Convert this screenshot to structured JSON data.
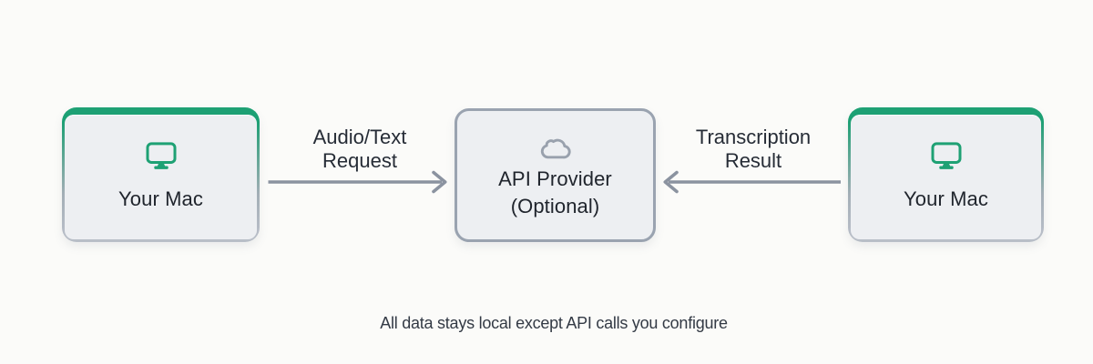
{
  "diagram": {
    "nodes": [
      {
        "id": "your-mac-left",
        "label": "Your Mac",
        "icon": "display-icon",
        "accent": "green"
      },
      {
        "id": "api-provider",
        "label": "API Provider\n(Optional)",
        "icon": "cloud-icon",
        "accent": "gray"
      },
      {
        "id": "your-mac-right",
        "label": "Your Mac",
        "icon": "display-icon",
        "accent": "green"
      }
    ],
    "edges": [
      {
        "from": "your-mac-left",
        "to": "api-provider",
        "label": "Audio/Text\nRequest",
        "direction": "right"
      },
      {
        "from": "your-mac-right",
        "to": "api-provider",
        "label": "Transcription\nResult",
        "direction": "left"
      }
    ],
    "caption": "All data stays local except API calls you configure"
  },
  "colors": {
    "accent_green": "#1ea174",
    "card_fill": "#edeff2",
    "card_border_gray": "#9aa3b0",
    "arrow_gray": "#8b93a0",
    "text_dark": "#20252d",
    "background": "#fbfbf9"
  }
}
